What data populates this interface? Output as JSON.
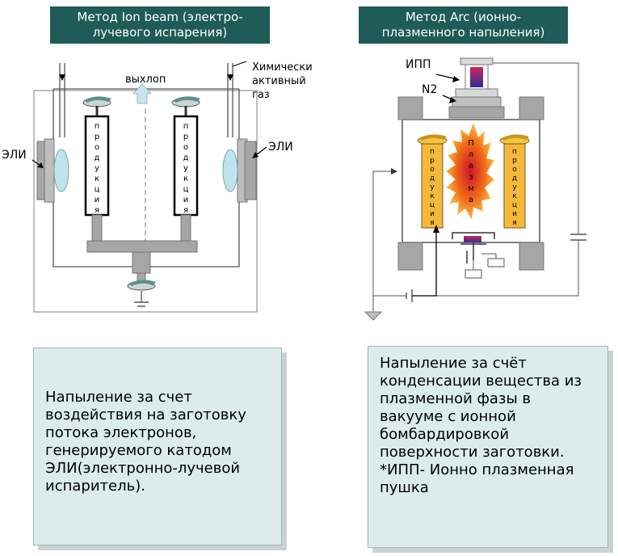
{
  "left": {
    "header_lines": [
      "Метод Ion beam (электро-",
      "лучевого испарения)"
    ],
    "exhaust_label": "выхлоп",
    "gas_label_lines": [
      "Химически",
      "активный",
      "газ"
    ],
    "eli_label": "ЭЛИ",
    "product_label": [
      "п",
      "р",
      "о",
      "д",
      "у",
      "к",
      "ц",
      "и",
      "я"
    ],
    "description_lines": [
      "Напыление за счет",
      "воздействия на заготовку",
      "потока электронов,",
      "генерируемого катодом",
      "ЭЛИ(электронно-лучевой",
      "испаритель)."
    ]
  },
  "right": {
    "header_lines": [
      "Метод Arc (ионно-",
      "плазменного напыления)"
    ],
    "ipp_label": "ИПП",
    "n2_label": "N2",
    "plasma_label": [
      "П",
      "л",
      "а",
      "з",
      "м",
      "а"
    ],
    "product_label": [
      "п",
      "р",
      "о",
      "д",
      "у",
      "к",
      "ц",
      "и",
      "я"
    ],
    "description_lines": [
      "Напыление за счёт",
      "конденсации вещества из",
      "плазменной фазы в",
      "вакууме с ионной",
      "бомбардировкой",
      "поверхности заготовки.",
      "*ИПП- Ионно плазменная",
      "пушка"
    ]
  },
  "colors": {
    "header_bg": "#1f5b57",
    "box_bg": "#dcecec",
    "chamber_gray": "#a6a6a6",
    "product_gold": "#f5b83a",
    "plasma_orange": "#f07a18",
    "lens_blue": "#bfe3ea"
  }
}
